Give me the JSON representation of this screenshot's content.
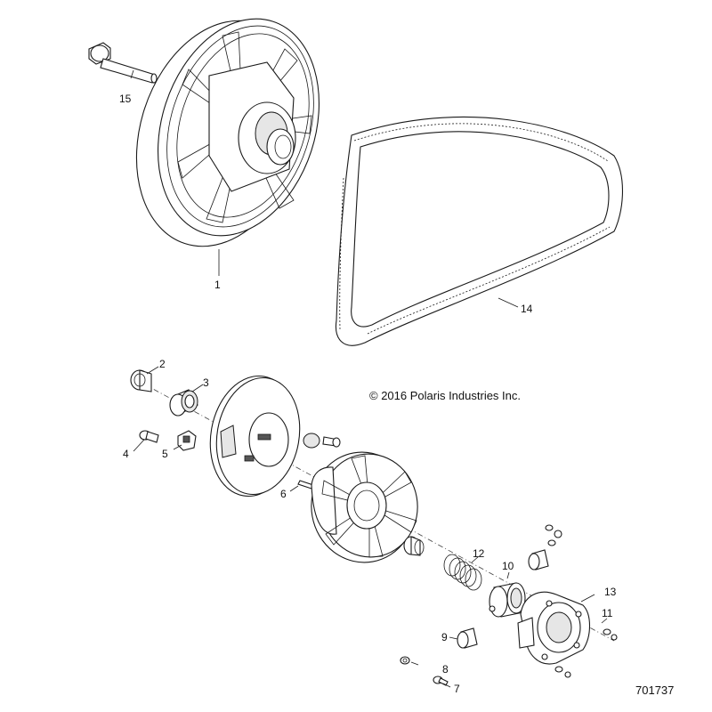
{
  "copyright": "© 2016 Polaris Industries Inc.",
  "figure_number": "701737",
  "callouts": [
    "1",
    "2",
    "3",
    "4",
    "5",
    "6",
    "7",
    "8",
    "9",
    "10",
    "11",
    "12",
    "13",
    "14",
    "15"
  ]
}
